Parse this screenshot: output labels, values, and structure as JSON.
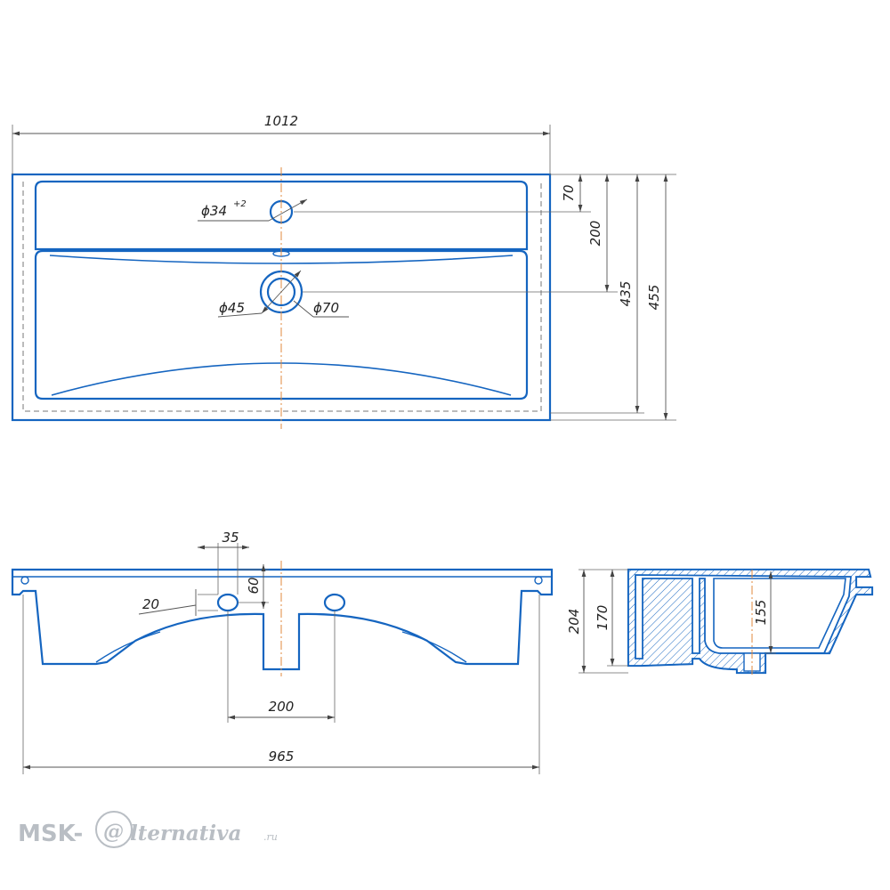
{
  "drawing": {
    "dimensions": {
      "top_width": "1012",
      "faucet_hole": "ϕ34",
      "faucet_tolerance": "+2",
      "drain_inner": "ϕ45",
      "drain_outer": "ϕ70",
      "hole_offset_70": "70",
      "drain_offset_200": "200",
      "depth_435": "435",
      "depth_455": "455",
      "front_35": "35",
      "front_60": "60",
      "front_20": "20",
      "mount_spacing": "200",
      "front_width": "965",
      "side_height_204": "204",
      "side_height_170": "170",
      "side_bowl_155": "155"
    },
    "colors": {
      "outline": "#1565c0",
      "centerline": "#e08a3c",
      "dimension": "#555555",
      "watermark": "#b9bec4"
    }
  },
  "watermark": {
    "brand_left": "MSK-",
    "brand_at": "@",
    "brand_right": "lternativa",
    "domain": ".ru"
  }
}
